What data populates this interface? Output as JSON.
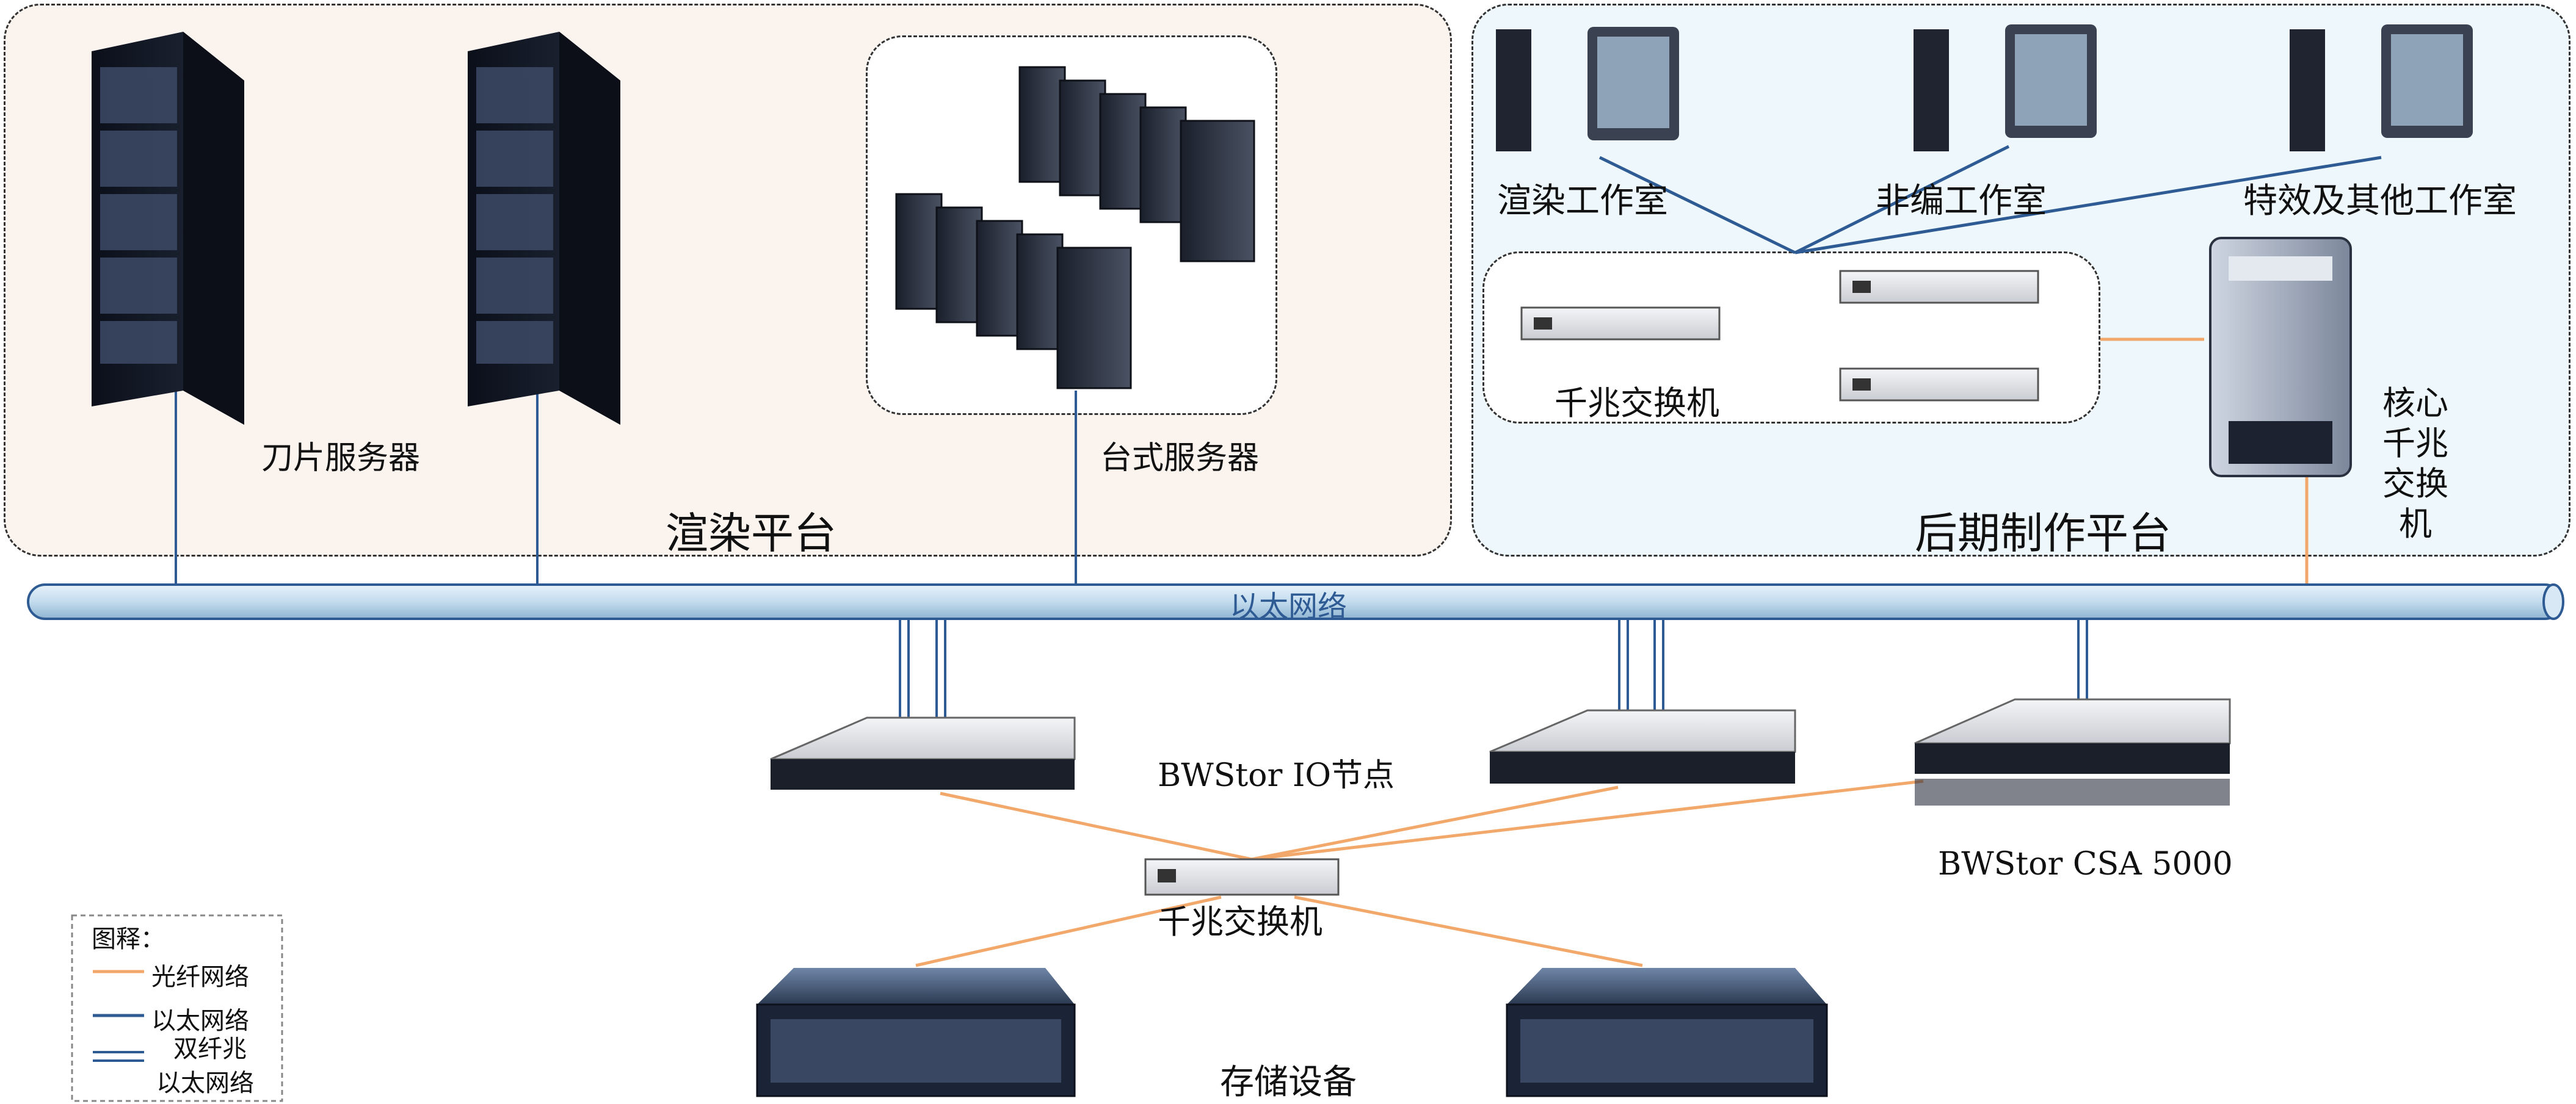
{
  "colors": {
    "fiber": "#f2a86a",
    "ethernet": "#2e5b93",
    "render_bg": "#fbf3ee",
    "post_bg": "#eef8fc",
    "bus_fill": "#c9e1f2",
    "bus_stroke": "#2e5b93"
  },
  "render_platform": {
    "title": "渲染平台",
    "blade_label": "刀片服务器",
    "tower_label": "台式服务器"
  },
  "post_platform": {
    "title": "后期制作平台",
    "workstations": [
      "渲染工作室",
      "非编工作室",
      "特效及其他工作室"
    ],
    "switch_group_label": "千兆交换机",
    "core_switch_label": "核心千兆交换机"
  },
  "network": {
    "bus_label": "以太网络"
  },
  "storage": {
    "io_node_label": "BWStor IO节点",
    "csa_label": "BWStor CSA 5000",
    "switch_label": "千兆交换机",
    "storage_label": "存储设备"
  },
  "legend": {
    "title": "图释：",
    "fiber": "光纤网络",
    "ethernet": "以太网络",
    "dual_line1": "双纤兆",
    "dual_line2": "以太网络"
  }
}
